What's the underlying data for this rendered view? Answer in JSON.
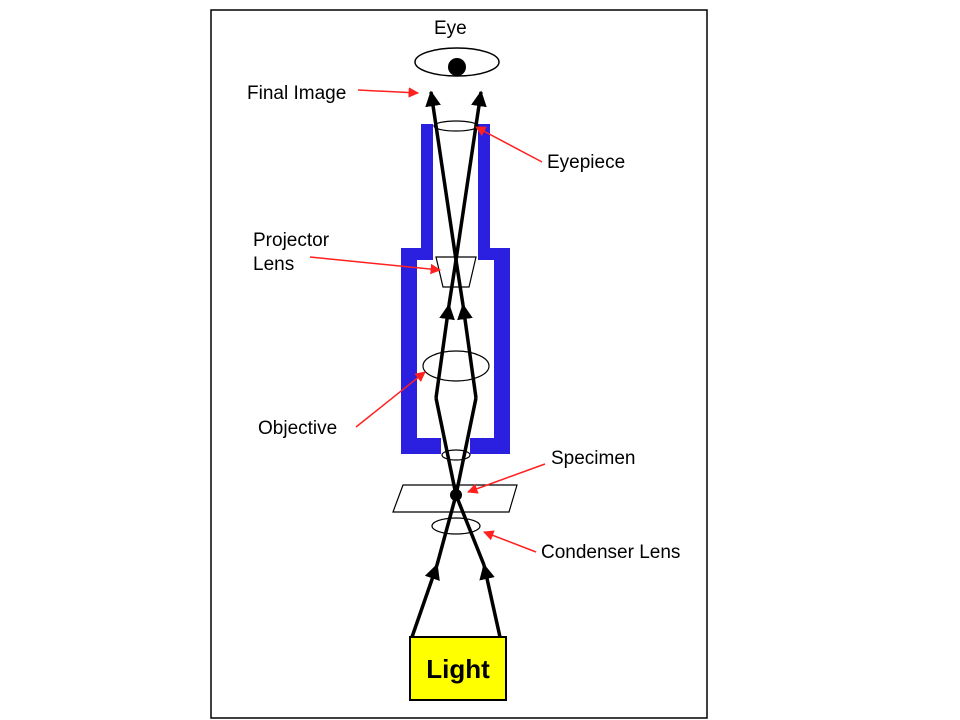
{
  "diagram": {
    "labels": {
      "eye": "Eye",
      "final_image": "Final Image",
      "eyepiece": "Eyepiece",
      "projector_lens_line1": "Projector",
      "projector_lens_line2": "Lens",
      "objective": "Objective",
      "specimen": "Specimen",
      "condenser_lens": "Condenser Lens",
      "light": "Light"
    },
    "colors": {
      "tube": "#2b1fe0",
      "light_box": "#ffff00",
      "pointer_arrow": "#ff2020",
      "ray": "#000000",
      "border": "#000000"
    }
  }
}
